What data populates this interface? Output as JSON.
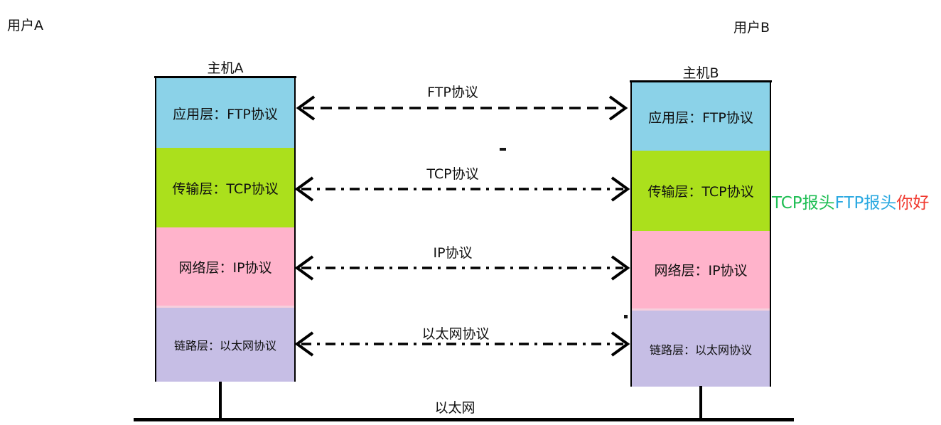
{
  "users": {
    "user_a": "用户A",
    "user_b": "用户B"
  },
  "hosts": {
    "host_a": {
      "title": "主机A",
      "layers": [
        {
          "label": "应用层：FTP协议"
        },
        {
          "label": "传输层：TCP协议"
        },
        {
          "label": "网络层：IP协议"
        },
        {
          "label": "链路层：以太网协议"
        }
      ]
    },
    "host_b": {
      "title": "主机B",
      "layers": [
        {
          "label": "应用层：FTP协议"
        },
        {
          "label": "传输层：TCP协议"
        },
        {
          "label": "网络层：IP协议"
        },
        {
          "label": "链路层：以太网协议"
        }
      ]
    }
  },
  "layer_colors": {
    "application": "#8BD2E8",
    "transport": "#ABE01C",
    "network": "#FFB3CB",
    "link": "#C6BEE5"
  },
  "arrows": [
    {
      "label": "FTP协议",
      "style": "dashed"
    },
    {
      "label": "TCP协议",
      "style": "dash-dot"
    },
    {
      "label": "IP协议",
      "style": "dash-dot"
    },
    {
      "label": "以太网协议",
      "style": "dash-dot"
    }
  ],
  "ethernet": {
    "label": "以太网"
  },
  "encapsulation": {
    "segments": [
      {
        "text": "TCP报头",
        "color": "#1FBE54"
      },
      {
        "text": "FTP报头",
        "color": "#2BA9E1"
      },
      {
        "text": "你好",
        "color": "#F0392F"
      }
    ]
  }
}
